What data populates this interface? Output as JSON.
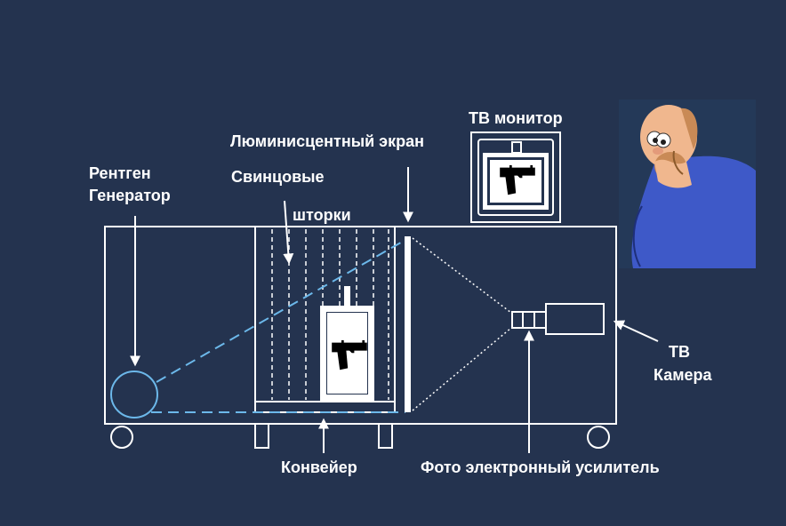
{
  "labels": {
    "generator_line1": "Рентген",
    "generator_line2": "Генератор",
    "shutters_line1": "Свинцовые",
    "shutters_line2": "шторки",
    "screen": "Люминисцентный экран",
    "monitor": "ТВ монитор",
    "camera_line1": "ТВ",
    "camera_line2": "Камера",
    "conveyor": "Конвейер",
    "intensifier": "Фото электронный усилитель"
  },
  "colors": {
    "background": "#24334f",
    "lines": "#ffffff",
    "beam": "#6cb8ea",
    "generator": "#6cb8ea"
  },
  "icons": {
    "object": "pistol-icon",
    "monitor_image": "pistol-icon",
    "operator": "thinking-man-icon"
  }
}
